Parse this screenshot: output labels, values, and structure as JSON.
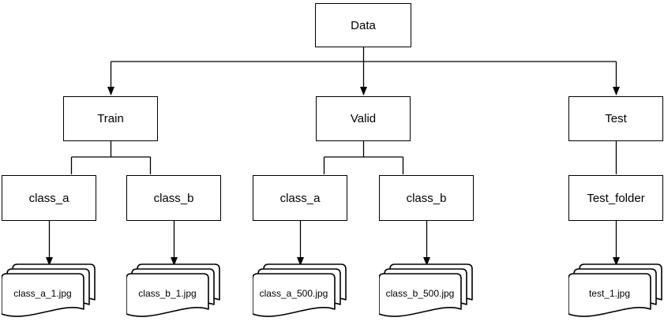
{
  "diagram": {
    "root": {
      "label": "Data"
    },
    "branches": [
      {
        "label": "Train",
        "children": [
          {
            "label": "class_a",
            "file": "class_a_1.jpg"
          },
          {
            "label": "class_b",
            "file": "class_b_1.jpg"
          }
        ]
      },
      {
        "label": "Valid",
        "children": [
          {
            "label": "class_a",
            "file": "class_a_500.jpg"
          },
          {
            "label": "class_b",
            "file": "class_b_500.jpg"
          }
        ]
      },
      {
        "label": "Test",
        "children": [
          {
            "label": "Test_folder",
            "file": "test_1.jpg"
          }
        ]
      }
    ],
    "icons": [
      {
        "name": "documents-stack-icon",
        "meaning": "multiple image files"
      }
    ],
    "colors": {
      "stroke": "#000000",
      "node_fill": "#ffffff",
      "background": "#ffffff"
    }
  }
}
